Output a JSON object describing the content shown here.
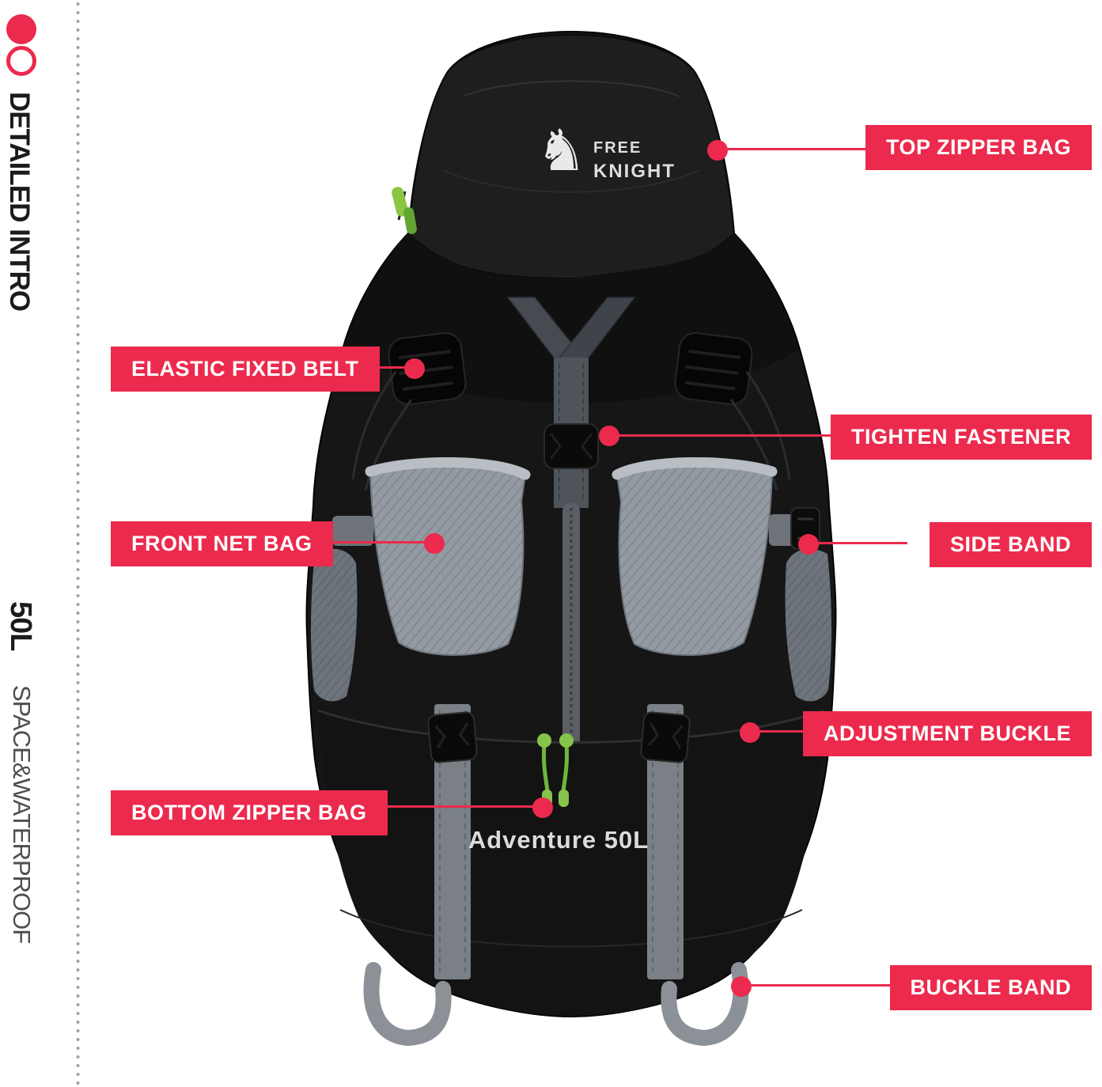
{
  "page": {
    "background": "#ffffff",
    "accent_red": "#EC2A4D",
    "dotted_line_color": "#A2A2A2"
  },
  "sidebar": {
    "title": "DETAILED INTRO",
    "capacity": "50L",
    "subtitle": "SPACE&WATERPROOF"
  },
  "backpack": {
    "brand_top": "FREE",
    "brand_bottom": "KNIGHT",
    "model": "Adventure 50L",
    "body_color": "#161616",
    "mesh_color": "#939AA1",
    "strap_color": "#7B8086",
    "zipper_pull_color": "#85C54A"
  },
  "callouts": [
    {
      "id": "top-zipper-bag",
      "label": "TOP ZIPPER BAG",
      "side": "right"
    },
    {
      "id": "elastic-fixed-belt",
      "label": "ELASTIC FIXED BELT",
      "side": "left"
    },
    {
      "id": "tighten-fastener",
      "label": "TIGHTEN FASTENER",
      "side": "right"
    },
    {
      "id": "front-net-bag",
      "label": "FRONT NET BAG",
      "side": "left"
    },
    {
      "id": "side-band",
      "label": "SIDE BAND",
      "side": "right"
    },
    {
      "id": "adjustment-buckle",
      "label": "ADJUSTMENT BUCKLE",
      "side": "right"
    },
    {
      "id": "bottom-zipper-bag",
      "label": "BOTTOM ZIPPER BAG",
      "side": "left"
    },
    {
      "id": "buckle-band",
      "label": "BUCKLE BAND",
      "side": "right"
    }
  ]
}
